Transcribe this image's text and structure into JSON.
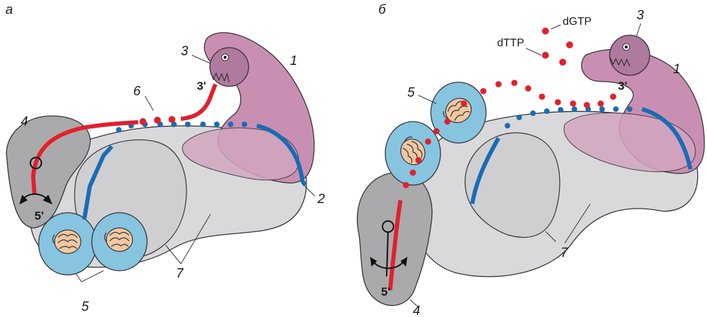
{
  "panel_a": {
    "letter": "а",
    "labels": {
      "1": "1",
      "2": "2",
      "3": "3",
      "4": "4",
      "5": "5",
      "6": "6",
      "7": "7"
    },
    "end_3": "3'",
    "end_5": "5'"
  },
  "panel_b": {
    "letter": "б",
    "labels": {
      "1": "1",
      "3": "3",
      "4": "4",
      "5": "5",
      "7": "7"
    },
    "end_3": "3'",
    "end_5": "5'",
    "molecule_1": "dGTP",
    "molecule_2": "dTTP"
  },
  "colors": {
    "new_strand": "#e2202c",
    "template_strand": "#1a6cb4",
    "polymerase": "#c98fb2",
    "core": "#d9d9db",
    "clamp_loader": "#aaaaac",
    "subunit": "#86c4e0"
  }
}
